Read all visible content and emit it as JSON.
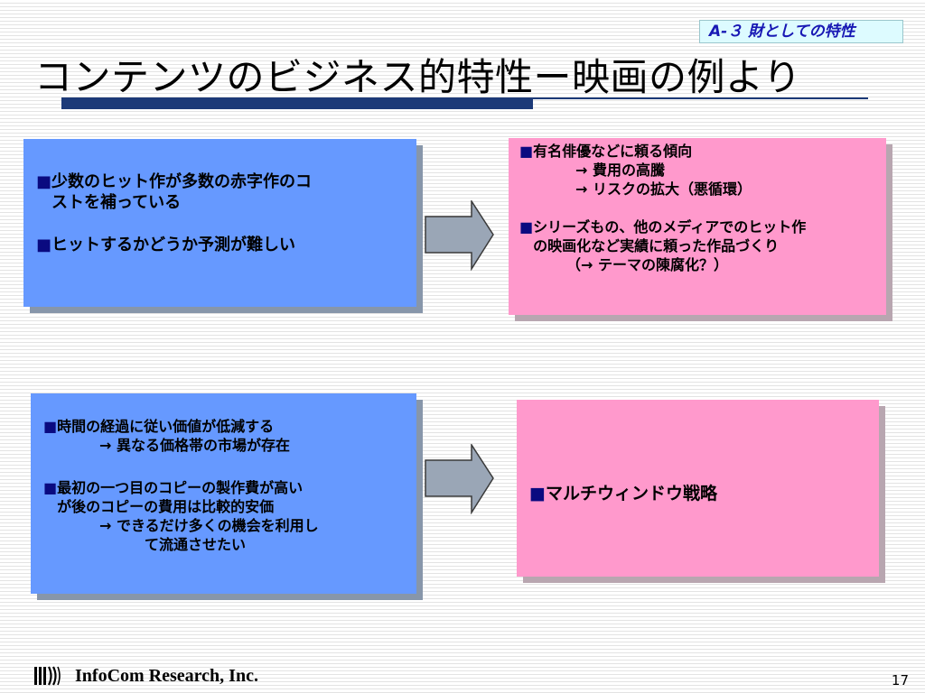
{
  "section_tag": "A-３  財としての特性",
  "title": "コンテンツのビジネス的特性ー映画の例より",
  "bullet_symbol": "■",
  "box1": {
    "items": [
      {
        "lines": [
          "少数のヒット作が多数の赤字作のコ",
          "ストを補っている"
        ]
      },
      {
        "lines": [
          "ヒットするかどうか予測が難しい"
        ]
      }
    ]
  },
  "box2": {
    "item1": {
      "head": "有名俳優などに頼る傾向",
      "subs": [
        "→  費用の高騰",
        "→  リスクの拡大（悪循環）"
      ]
    },
    "item2": {
      "lines": [
        "シリーズもの、他のメディアでのヒット作",
        "の映画化など実績に頼った作品づくり"
      ],
      "sub": "（→  テーマの陳腐化？）"
    }
  },
  "box3": {
    "item1": {
      "head": "時間の経過に従い価値が低減する",
      "sub": "→  異なる価格帯の市場が存在"
    },
    "item2": {
      "lines": [
        "最初の一つ目のコピーの製作費が高い",
        "が後のコピーの費用は比較的安価"
      ],
      "subs": [
        "→  できるだけ多くの機会を利用し",
        "て流通させたい"
      ]
    }
  },
  "box4": {
    "text": "マルチウィンドウ戦略"
  },
  "footer": {
    "company": "InfoCom Research, Inc.",
    "page_number": "17"
  },
  "colors": {
    "blue_box": "#6699ff",
    "pink_box": "#ff99cc",
    "title_bar": "#1c3a78",
    "tag_bg": "#ddfbff"
  }
}
